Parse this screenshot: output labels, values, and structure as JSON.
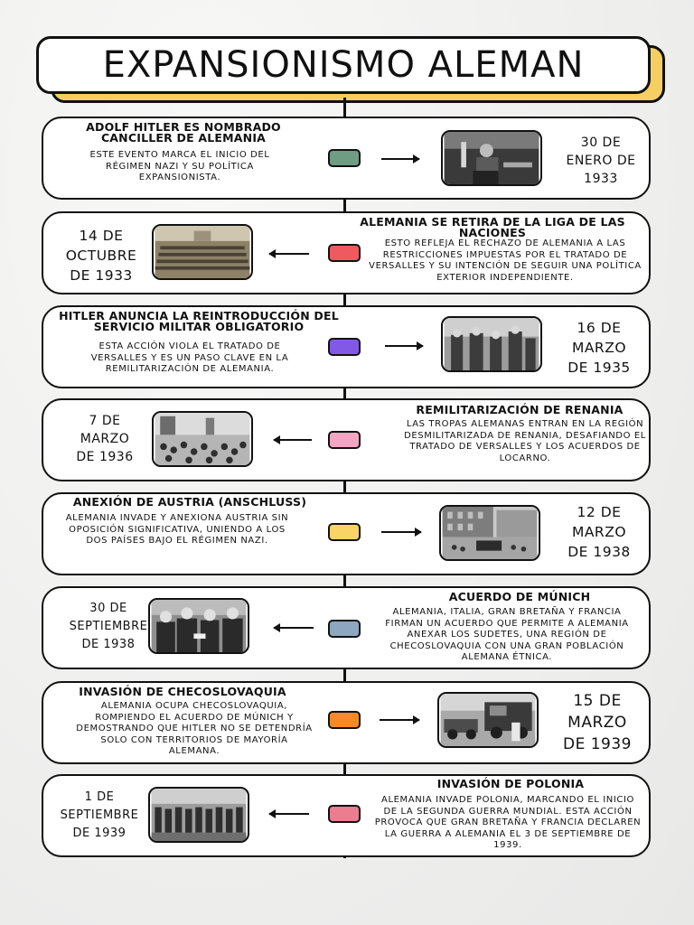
{
  "title": "EXPANSIONISMO ALEMAN",
  "colors": {
    "title_shadow": "#f6cf63",
    "node_green": "#6f9c83",
    "node_red": "#ee5a5f",
    "node_purple": "#8258e6",
    "node_pink": "#f3a6c3",
    "node_yellow": "#f7d465",
    "node_blue": "#8ea7c0",
    "node_orange": "#f58a27",
    "node_rose": "#ec7c8f"
  },
  "events": [
    {
      "heading_line1": "ADOLF HITLER ES NOMBRADO",
      "heading_line2": "CANCILLER DE ALEMANIA",
      "body": "ESTE EVENTO MARCA EL INICIO DEL RÉGIMEN NAZI Y SU POLÍTICA EXPANSIONISTA.",
      "date_line1": "30 DE",
      "date_line2": "ENERO DE",
      "date_line3": "1933",
      "photo_icon": "hitler-speech-photo"
    },
    {
      "heading_line1": "ALEMANIA SE RETIRA DE LA LIGA DE LAS",
      "heading_line2": "NACIONES",
      "body": "ESTO REFLEJA EL RECHAZO DE ALEMANIA A LAS RESTRICCIONES IMPUESTAS POR EL TRATADO DE VERSALLES Y SU INTENCIÓN DE SEGUIR UNA POLÍTICA EXTERIOR INDEPENDIENTE.",
      "date_line1": "14 DE",
      "date_line2": "OCTUBRE",
      "date_line3": "DE 1933",
      "photo_icon": "league-assembly-photo"
    },
    {
      "heading_line1": "HITLER ANUNCIA LA REINTRODUCCIÓN DEL",
      "heading_line2": "SERVICIO MILITAR OBLIGATORIO",
      "body": "ESTA ACCIÓN VIOLA EL TRATADO DE VERSALLES Y ES UN PASO CLAVE EN LA REMILITARIZACIÓN DE ALEMANIA.",
      "date_line1": "16 DE",
      "date_line2": "MARZO",
      "date_line3": "DE 1935",
      "photo_icon": "soldiers-photo"
    },
    {
      "heading_line1": "REMILITARIZACIÓN DE RENANIA",
      "heading_line2": "",
      "body": "LAS TROPAS ALEMANAS ENTRAN EN LA REGIÓN DESMILITARIZADA DE RENANIA, DESAFIANDO EL TRATADO DE VERSALLES Y LOS ACUERDOS DE LOCARNO.",
      "date_line1": "7 DE",
      "date_line2": "MARZO",
      "date_line3": "DE 1936",
      "photo_icon": "crowd-photo"
    },
    {
      "heading_line1": "ANEXIÓN DE AUSTRIA (ANSCHLUSS)",
      "heading_line2": "",
      "body": "ALEMANIA INVADE Y ANEXIONA AUSTRIA SIN OPOSICIÓN SIGNIFICATIVA, UNIENDO A LOS DOS PAÍSES BAJO EL RÉGIMEN NAZI.",
      "date_line1": "12 DE",
      "date_line2": "MARZO",
      "date_line3": "DE 1938",
      "photo_icon": "vienna-street-photo"
    },
    {
      "heading_line1": "ACUERDO DE MÚNICH",
      "heading_line2": "",
      "body": "ALEMANIA, ITALIA, GRAN BRETAÑA Y FRANCIA FIRMAN UN ACUERDO QUE PERMITE A ALEMANIA ANEXAR LOS SUDETES, UNA REGIÓN DE CHECOSLOVAQUIA CON UNA GRAN POBLACIÓN ALEMANA ÉTNICA.",
      "date_line1": "30 DE",
      "date_line2": "SEPTIEMBRE",
      "date_line3": "DE 1938",
      "photo_icon": "munich-leaders-photo"
    },
    {
      "heading_line1": "INVASIÓN DE CHECOSLOVAQUIA",
      "heading_line2": "",
      "body": "ALEMANIA OCUPA CHECOSLOVAQUIA, ROMPIENDO EL ACUERDO DE MÚNICH Y DEMOSTRANDO QUE HITLER NO SE DETENDRÍA SOLO CON TERRITORIOS DE MAYORÍA ALEMANA.",
      "date_line1": "15 DE",
      "date_line2": "MARZO",
      "date_line3": "DE 1939",
      "photo_icon": "military-vehicles-photo"
    },
    {
      "heading_line1": "INVASIÓN DE POLONIA",
      "heading_line2": "",
      "body": "ALEMANIA INVADE POLONIA, MARCANDO EL INICIO DE LA SEGUNDA GUERRA MUNDIAL. ESTA ACCIÓN PROVOCA QUE GRAN BRETAÑA Y FRANCIA DECLAREN LA GUERRA A ALEMANIA EL 3 DE SEPTIEMBRE DE 1939.",
      "date_line1": "1 DE",
      "date_line2": "SEPTIEMBRE",
      "date_line3": "DE 1939",
      "photo_icon": "marching-troops-photo"
    }
  ]
}
